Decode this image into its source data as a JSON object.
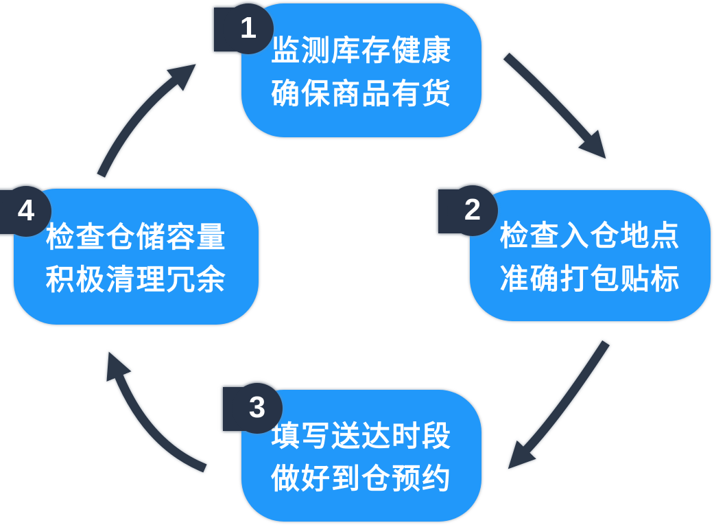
{
  "diagram": {
    "type": "cycle-flow",
    "steps": [
      {
        "number": "1",
        "position": "top",
        "line1": "监测库存健康",
        "line2": "确保商品有货"
      },
      {
        "number": "2",
        "position": "right",
        "line1": "检查入仓地点",
        "line2": "准确打包贴标"
      },
      {
        "number": "3",
        "position": "bottom",
        "line1": "填写送达时段",
        "line2": "做好到仓预约"
      },
      {
        "number": "4",
        "position": "left",
        "line1": "检查仓储容量",
        "line2": "积极清理冗余"
      }
    ],
    "arrows": [
      {
        "from": "1",
        "to": "2"
      },
      {
        "from": "2",
        "to": "3"
      },
      {
        "from": "3",
        "to": "4"
      },
      {
        "from": "4",
        "to": "1"
      }
    ],
    "colors": {
      "card_blue": "#2198fa",
      "badge_navy": "#273347",
      "arrow_navy": "#2b3748",
      "text": "#ffffff",
      "background": "#ffffff"
    }
  }
}
